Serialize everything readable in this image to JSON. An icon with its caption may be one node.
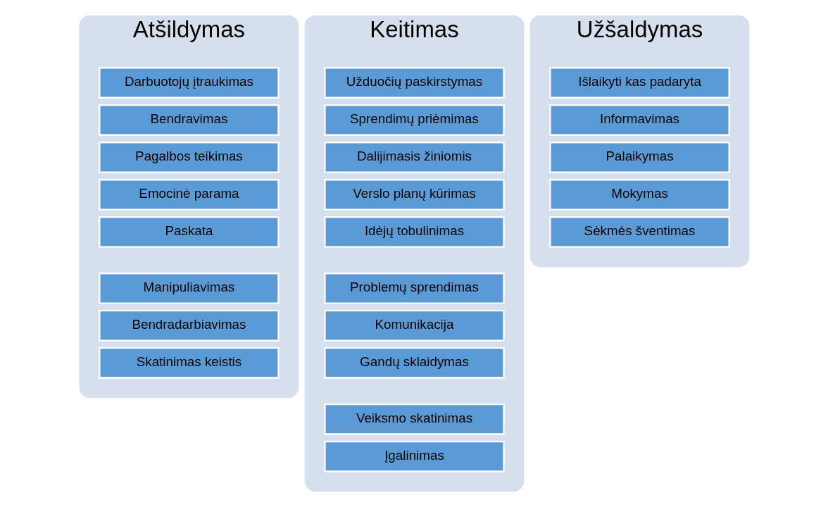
{
  "diagram": {
    "nodes": [
      {
        "text": [
          "Atšildymas"
        ]
      },
      {
        "text": [
          "Darbuotojų įtraukimas"
        ],
        "in": 0
      },
      {
        "text": [
          "Bendravimas"
        ],
        "in": 0
      },
      {
        "text": [
          "Pagalbos teikimas"
        ],
        "in": 0
      },
      {
        "text": [
          "Emocinė parama"
        ],
        "in": 0
      },
      {
        "text": [
          "Paskata"
        ],
        "in": 0
      },
      {
        "text": [
          "Manipuliavimas"
        ],
        "in": 0
      },
      {
        "text": [
          "Bendradarbiavimas"
        ],
        "in": 0
      },
      {
        "text": [
          "Skatinimas keistis"
        ],
        "in": 0
      },
      {
        "text": [
          "Keitimas"
        ]
      },
      {
        "text": [
          "Užduočių paskirstymas"
        ],
        "in": 9
      },
      {
        "text": [
          "Sprendimų priėmimas"
        ],
        "in": 9
      },
      {
        "text": [
          "Dalijimasis žiniomis"
        ],
        "in": 9
      },
      {
        "text": [
          "Verslo planų kūrimas"
        ],
        "in": 9
      },
      {
        "text": [
          "Idėjų tobulinimas"
        ],
        "in": 9
      },
      {
        "text": [
          "Problemų sprendimas"
        ],
        "in": 9
      },
      {
        "text": [
          "Komunikacija"
        ],
        "in": 9
      },
      {
        "text": [
          "Gandų sklaidymas"
        ],
        "in": 9
      },
      {
        "text": [
          "Veiksmo skatinimas"
        ],
        "in": 9
      },
      {
        "text": [
          "Įgalinimas"
        ],
        "in": 9
      },
      {
        "text": [
          "Užšaldymas"
        ]
      },
      {
        "text": [
          "Išlaikyti kas padaryta"
        ],
        "in": 20
      },
      {
        "text": [
          "Informavimas"
        ],
        "in": 20
      },
      {
        "text": [
          "Palaikymas"
        ],
        "in": 20
      },
      {
        "text": [
          "Mokymas"
        ],
        "in": 20
      },
      {
        "text": [
          "Sėkmės šventimas"
        ],
        "in": 20
      }
    ]
  }
}
